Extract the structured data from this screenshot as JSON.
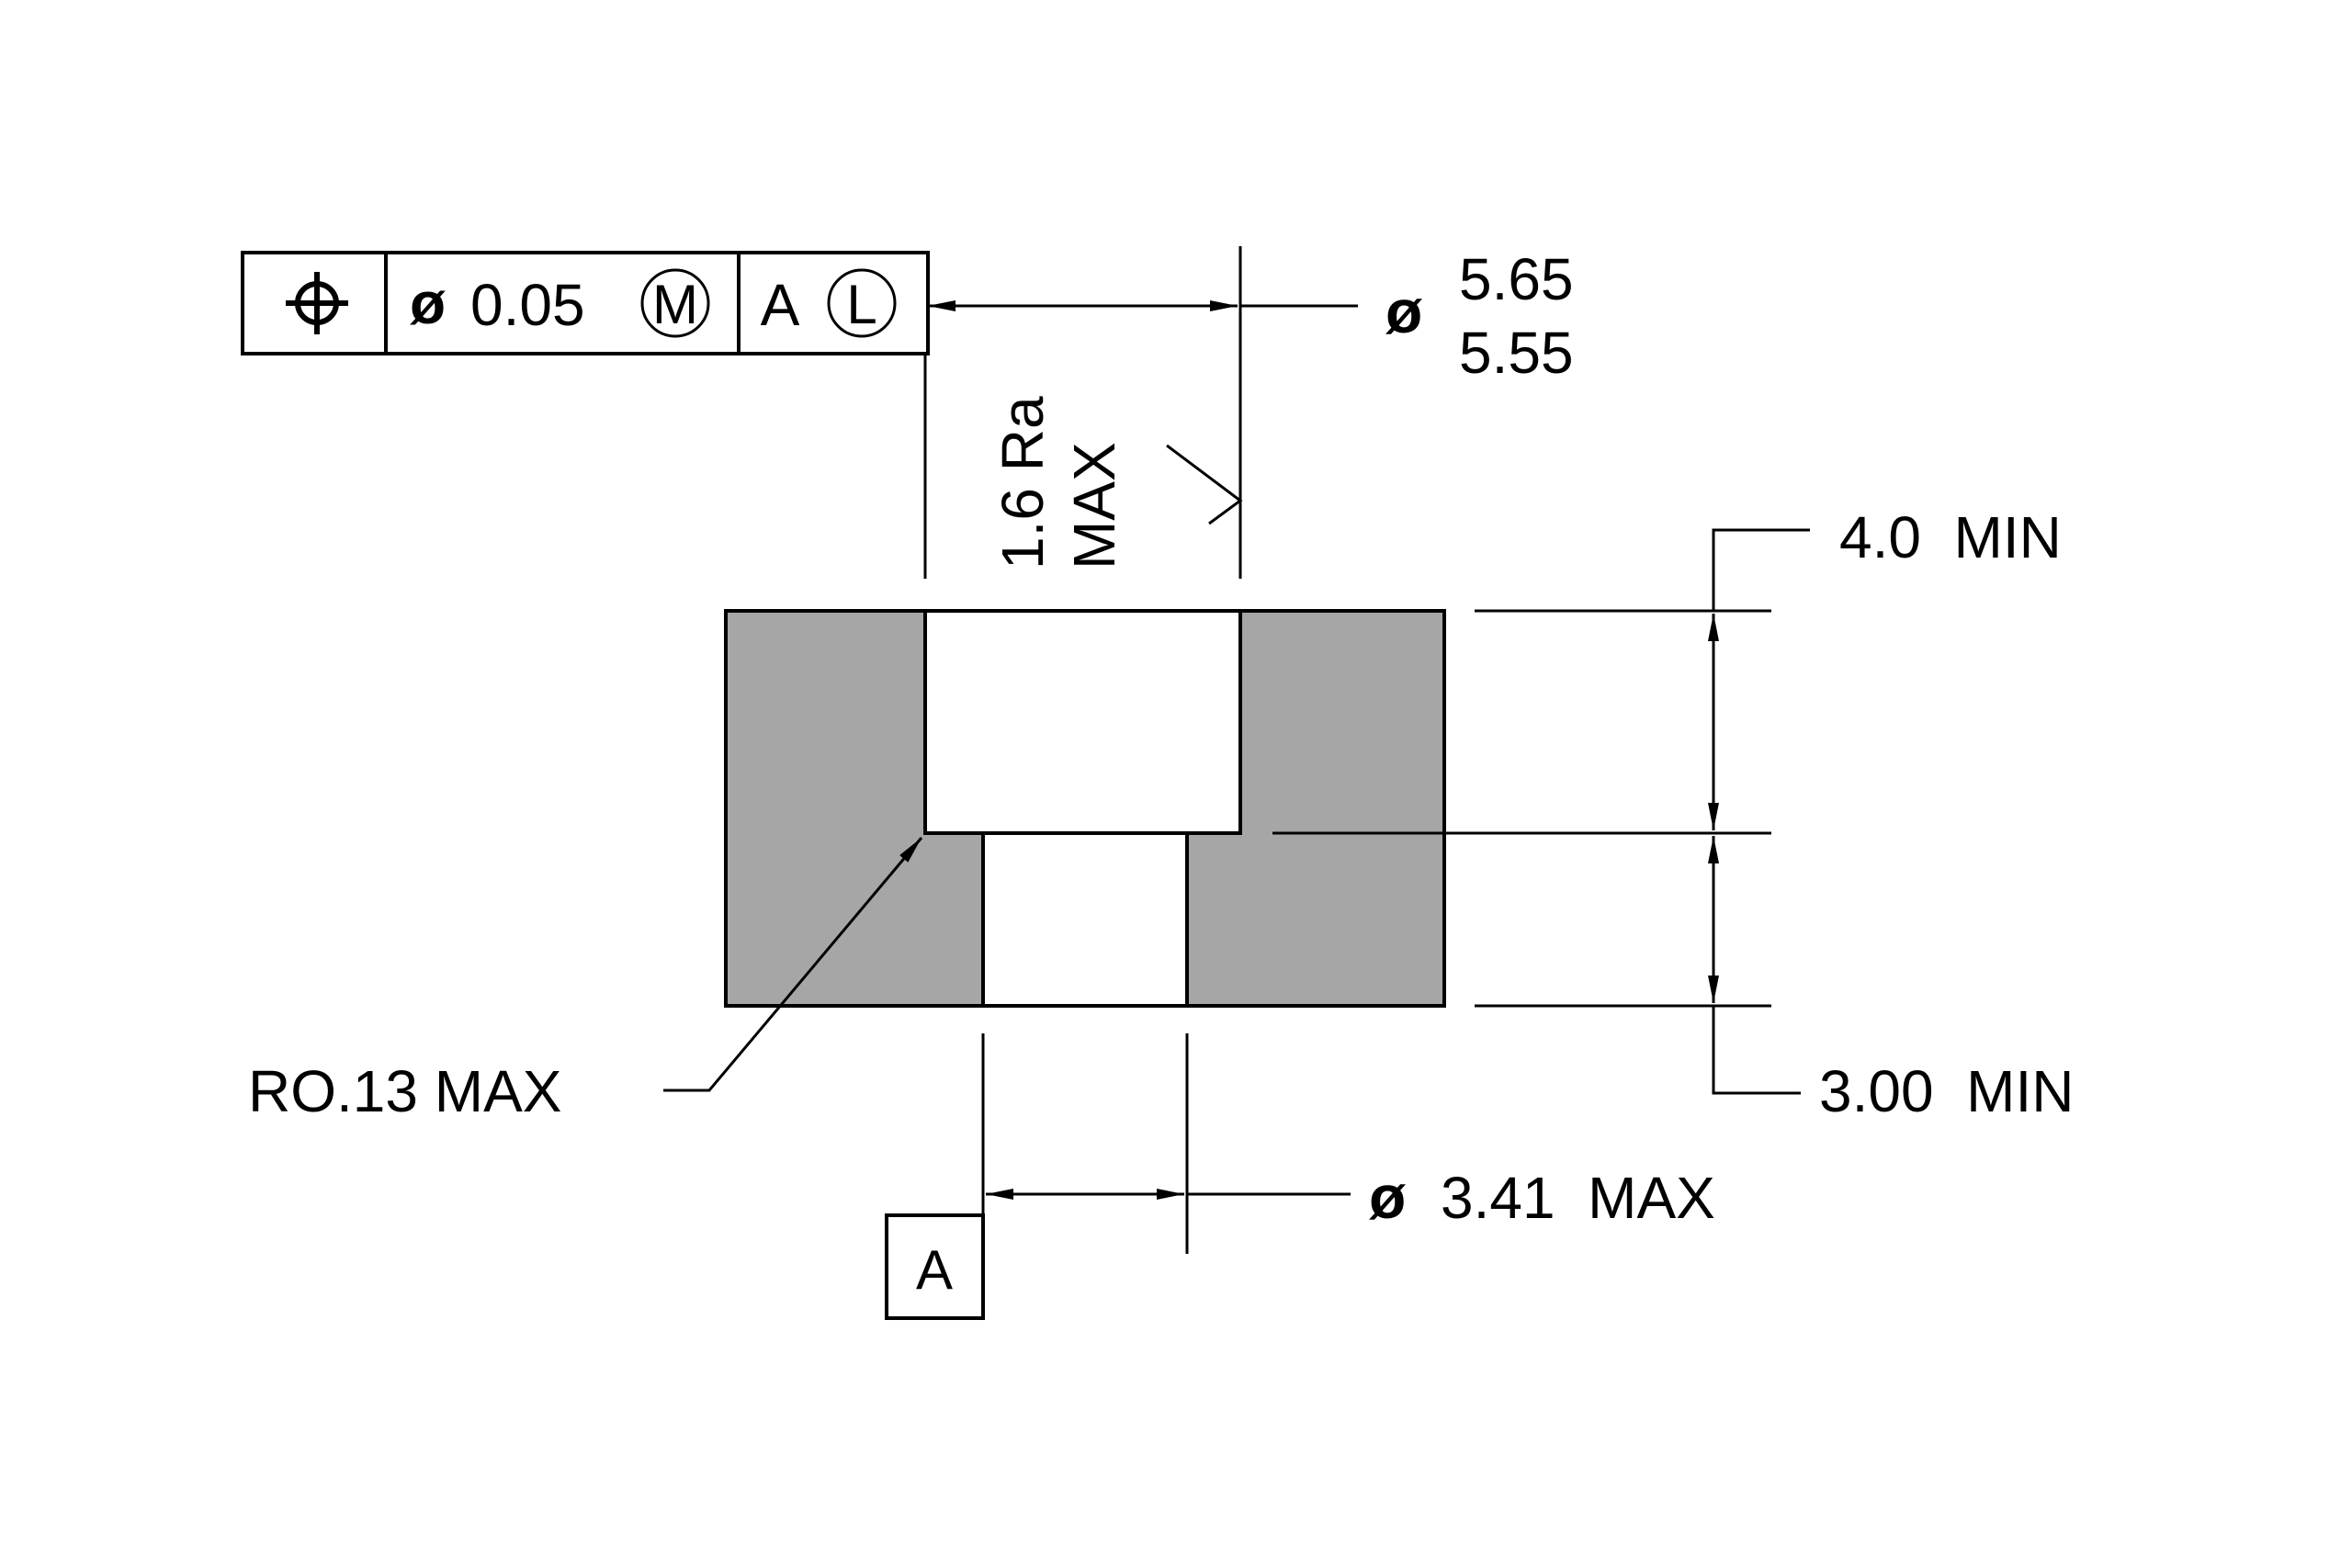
{
  "colors": {
    "line": "#000000",
    "section_fill": "#a6a6a6",
    "background": "#ffffff"
  },
  "feature_control_frame": {
    "symbol_icon": "position-tolerance-icon",
    "diameter_symbol": "ø",
    "tolerance_value": "0.05",
    "tolerance_modifier": "M",
    "datum_letter": "A",
    "datum_modifier": "L"
  },
  "counterbore_diameter": {
    "symbol": "ø",
    "upper": "5.65",
    "lower": "5.55"
  },
  "surface_finish": {
    "line1": "1.6 Ra",
    "line2": "MAX"
  },
  "thickness_dim": {
    "text": "4.0  MIN"
  },
  "counterbore_depth_dim": {
    "text": "3.00  MIN"
  },
  "radius_note": {
    "text": "RO.13 MAX"
  },
  "hole_diameter": {
    "symbol": "ø",
    "text": "3.41  MAX"
  },
  "datum_feature": {
    "letter": "A"
  }
}
